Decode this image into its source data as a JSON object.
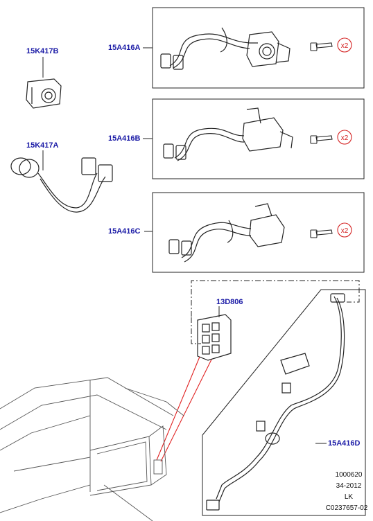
{
  "labels": {
    "part_15K417B": "15K417B",
    "part_15K417A": "15K417A",
    "part_15A416A": "15A416A",
    "part_15A416B": "15A416B",
    "part_15A416C": "15A416C",
    "part_13D806": "13D806",
    "part_15A416D": "15A416D"
  },
  "qty": {
    "a": "x2",
    "b": "x2",
    "c": "x2"
  },
  "footer": {
    "line1": "1000620",
    "line2": "34-2012",
    "line3": "LK",
    "line4": "C0237657-02"
  },
  "colors": {
    "label_blue": "#1a1aa6",
    "qty_red": "#d42020",
    "leader_red": "#e02020",
    "line": "#222222"
  }
}
